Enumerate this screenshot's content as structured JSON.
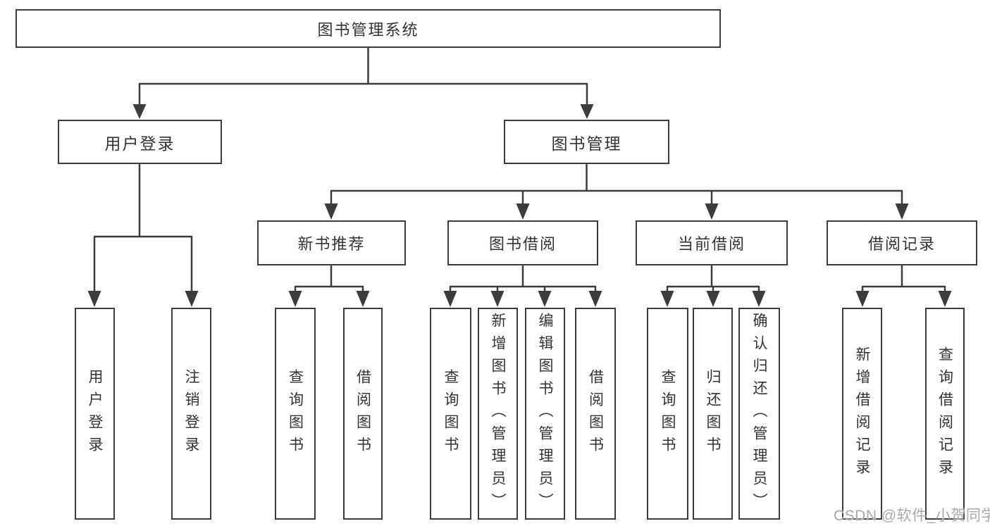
{
  "diagram": {
    "type": "hierarchy-tree",
    "colors": {
      "line": "#3c3c3c",
      "box_border": "#3c3c3c",
      "text": "#333333",
      "background": "#ffffff",
      "watermark": "#a9a9a9"
    }
  },
  "tree": {
    "label": "图书管理系统",
    "children": [
      {
        "label": "用户登录",
        "children": [
          {
            "label": "用户登录"
          },
          {
            "label": "注销登录"
          }
        ]
      },
      {
        "label": "图书管理",
        "children": [
          {
            "label": "新书推荐",
            "children": [
              {
                "label": "查询图书"
              },
              {
                "label": "借阅图书"
              }
            ]
          },
          {
            "label": "图书借阅",
            "children": [
              {
                "label": "查询图书"
              },
              {
                "label": "新增图书（管理员）"
              },
              {
                "label": "编辑图书（管理员）"
              },
              {
                "label": "借阅图书"
              }
            ]
          },
          {
            "label": "当前借阅",
            "children": [
              {
                "label": "查询图书"
              },
              {
                "label": "归还图书"
              },
              {
                "label": "确认归还（管理员）"
              }
            ]
          },
          {
            "label": "借阅记录",
            "children": [
              {
                "label": "新增借阅记录"
              },
              {
                "label": "查询借阅记录"
              }
            ]
          }
        ]
      }
    ]
  },
  "watermark": {
    "text": "CSDN @软件_小贺同学"
  }
}
